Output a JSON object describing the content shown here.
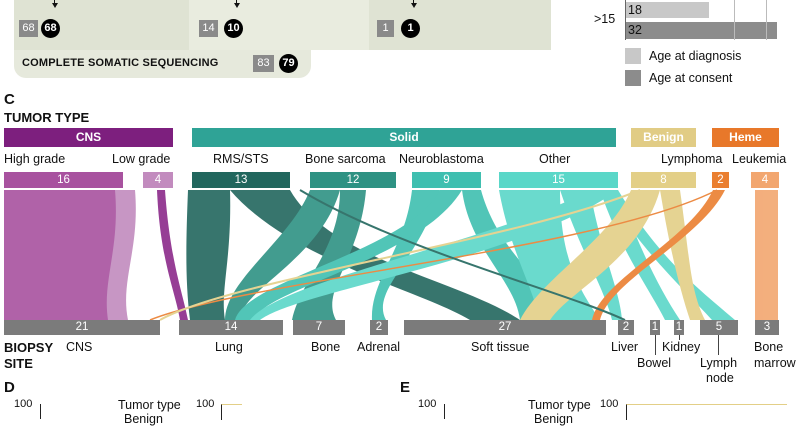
{
  "panel_top": {
    "group_counts": [
      {
        "grey": "68",
        "black": "68"
      },
      {
        "grey": "14",
        "black": "10"
      },
      {
        "grey": "1",
        "black": "1"
      }
    ],
    "complete_label": "COMPLETE SOMATIC SEQUENCING",
    "complete_grey": "83",
    "complete_black": "79"
  },
  "legend": {
    "age_group": ">15",
    "values": [
      "18",
      "32"
    ],
    "items": [
      {
        "label": "Age at diagnosis",
        "color": "#c8c8c8"
      },
      {
        "label": "Age at consent",
        "color": "#8c8c8c"
      }
    ]
  },
  "panel_labels": {
    "c": "C",
    "d": "D",
    "e": "E"
  },
  "tumor_type_title": "TUMOR TYPE",
  "biopsy_title": [
    "BIOPSY",
    "SITE"
  ],
  "categories": [
    {
      "name": "CNS",
      "color": "#7d1f7e"
    },
    {
      "name": "Solid",
      "color": "#2fa396"
    },
    {
      "name": "Benign",
      "color": "#e1cc85"
    },
    {
      "name": "Heme",
      "color": "#e8782a"
    }
  ],
  "tumor_types": [
    {
      "name": "High grade",
      "value": "16",
      "color": "#a8529f"
    },
    {
      "name": "Low grade",
      "value": "4",
      "color": "#c28bbe"
    },
    {
      "name": "RMS/STS",
      "value": "13",
      "color": "#22675e"
    },
    {
      "name": "Bone sarcoma",
      "value": "12",
      "color": "#2e9283"
    },
    {
      "name": "Neuroblastoma",
      "value": "9",
      "color": "#3fbfb0"
    },
    {
      "name": "Other",
      "value": "15",
      "color": "#5ad7c8"
    },
    {
      "name": "Lymphoma",
      "value": "8",
      "color": "#e3cf87"
    },
    {
      "name": "Leukemia",
      "value": "2",
      "color": "#ea7f30"
    },
    {
      "name": "",
      "value": "4",
      "color": "#f2a66f"
    }
  ],
  "biopsy_sites": [
    {
      "name": "CNS",
      "value": "21"
    },
    {
      "name": "Lung",
      "value": "14"
    },
    {
      "name": "Bone",
      "value": "7"
    },
    {
      "name": "Adrenal",
      "value": "2"
    },
    {
      "name": "Soft tissue",
      "value": "27"
    },
    {
      "name": "Liver",
      "value": "2"
    },
    {
      "name": "Bowel",
      "value": "1"
    },
    {
      "name": "Kidney",
      "value": "1"
    },
    {
      "name": "Lymph",
      "value": "5"
    },
    {
      "name": "Bone",
      "value": "3"
    }
  ],
  "biopsy_site_label_lines": {
    "lymph_second": "node",
    "bone_second": "marrow"
  },
  "panel_d": {
    "y_tick": "100",
    "legend_title": "Tumor type",
    "legend_first": "Benign",
    "right_tick": "100"
  },
  "panel_e": {
    "y_tick": "100",
    "legend_title": "Tumor type",
    "legend_first": "Benign",
    "right_tick": "100"
  }
}
